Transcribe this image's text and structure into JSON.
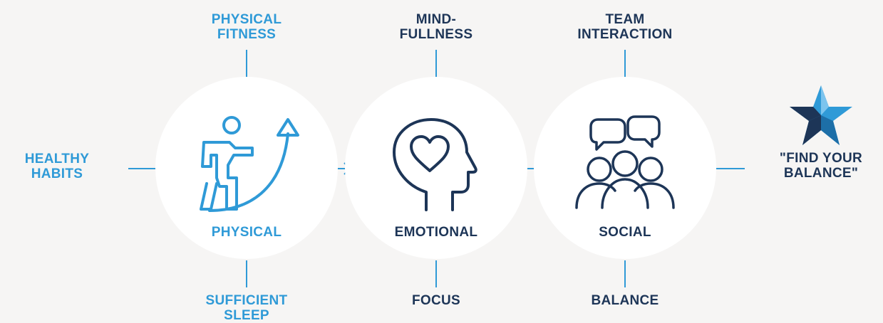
{
  "colors": {
    "accent_blue": "#2f9ad7",
    "navy": "#1d3557",
    "background": "#f6f5f4",
    "circle": "#ffffff"
  },
  "labels": {
    "physical_fitness": "PHYSICAL\nFITNESS",
    "healthy_habits": "HEALTHY\nHABITS",
    "sufficient_sleep": "SUFFICIENT\nSLEEP",
    "mindfullness": "MIND-\nFULLNESS",
    "focus": "FOCUS",
    "team_interaction": "TEAM\nINTERACTION",
    "balance": "BALANCE",
    "find_your_balance": "\"FIND YOUR\nBALANCE\""
  },
  "nodes": [
    {
      "id": "physical",
      "label": "PHYSICAL",
      "icon": "climbing-person-arrow-icon"
    },
    {
      "id": "emotional",
      "label": "EMOTIONAL",
      "icon": "head-with-heart-icon"
    },
    {
      "id": "social",
      "label": "SOCIAL",
      "icon": "group-chat-people-icon"
    }
  ],
  "goal_icon": "star-icon"
}
